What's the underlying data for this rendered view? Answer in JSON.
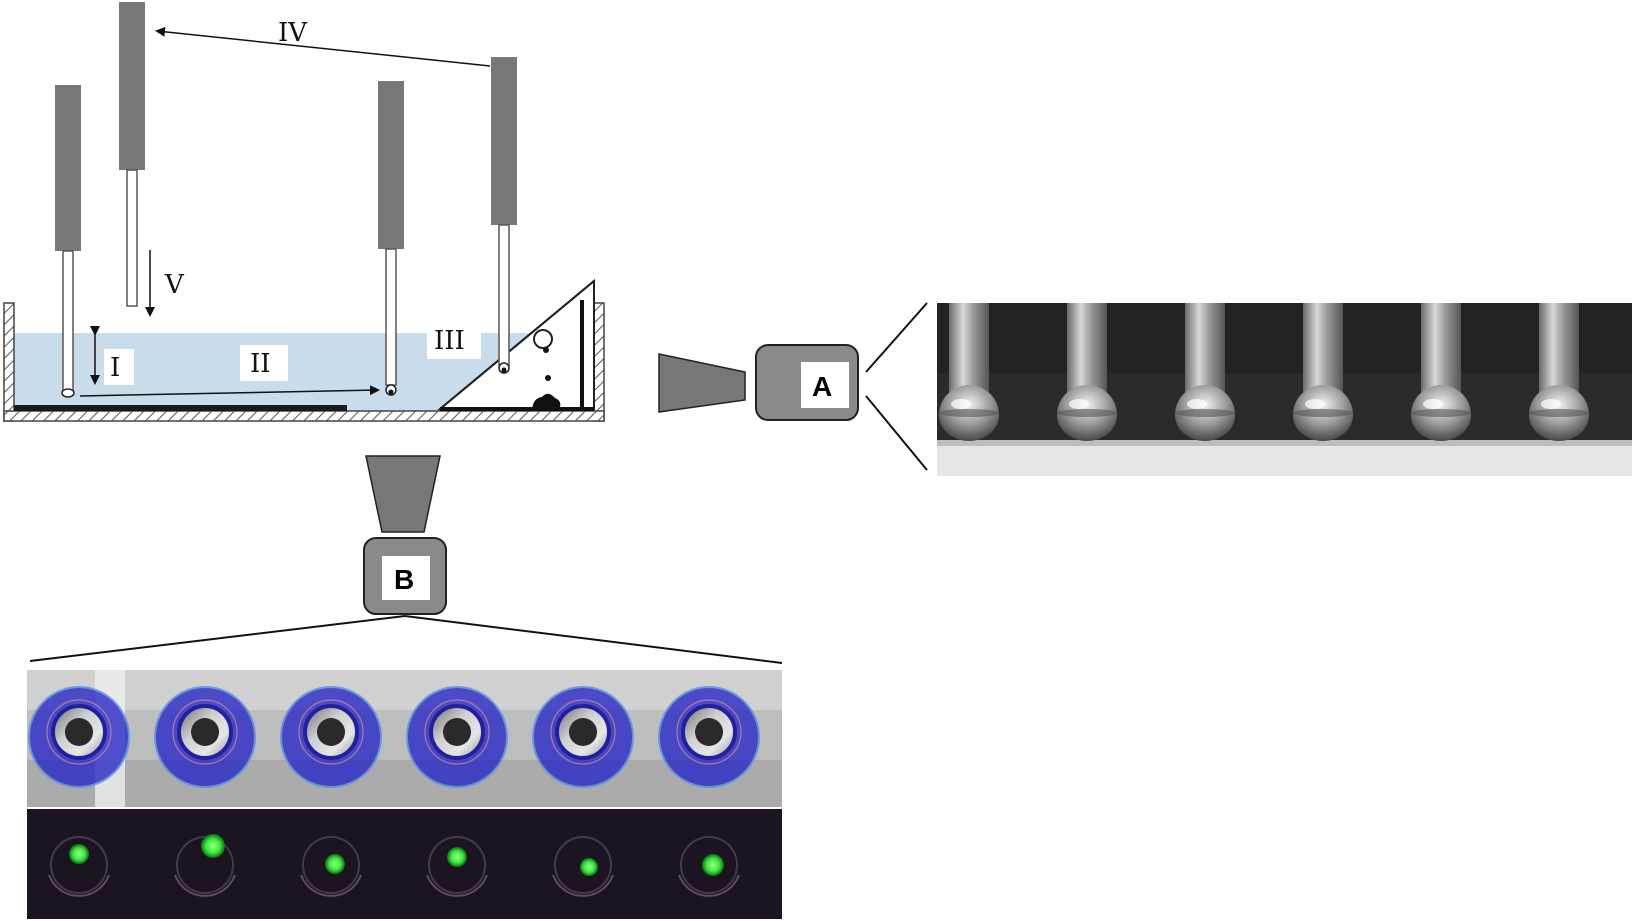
{
  "steps": [
    "I",
    "II",
    "III",
    "IV",
    "V"
  ],
  "cameras": {
    "side": {
      "label": "A"
    },
    "bottom": {
      "label": "B"
    }
  },
  "colors": {
    "liquid": "#c9dceb",
    "probe_body": "#777777",
    "camera_body": "#8a8a8a",
    "fluorescence": "#38e83a",
    "overlay_ring": "#2626c8",
    "side_view_bg": "#2b2b2b"
  },
  "panels": {
    "side_view_droplets": 6,
    "bottom_view_wells": 6
  }
}
